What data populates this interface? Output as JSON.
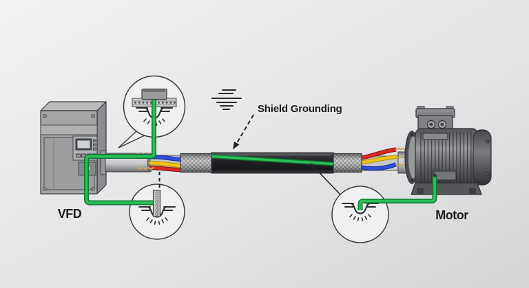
{
  "labels": {
    "vfd": "VFD",
    "motor": "Motor",
    "shield_grounding": "Shield Grounding"
  },
  "colors": {
    "background_start": "#f1f2f2",
    "background_end": "#d4d5d7",
    "outline": "#2e2e30",
    "ground_green": "#2bbf58",
    "ground_green_dark": "#0e7a33",
    "wire_red": "#d62b22",
    "wire_red_dark": "#8f1616",
    "wire_yellow": "#f0c41c",
    "wire_yellow_dark": "#b8940e",
    "wire_blue": "#2b50d8",
    "wire_blue_dark": "#17309c",
    "pigtail_tan": "#c8a368",
    "label_text": "#1c1c1e"
  },
  "icons": {
    "earth_symbol": "earth-ground-stacked-lines",
    "ground_contact_symbol": "soil-dip-with-radiating-ticks",
    "electrode_symbol": "grounding-busbar-with-holes",
    "clamp_symbol": "shield-clamp-on-busbar"
  }
}
